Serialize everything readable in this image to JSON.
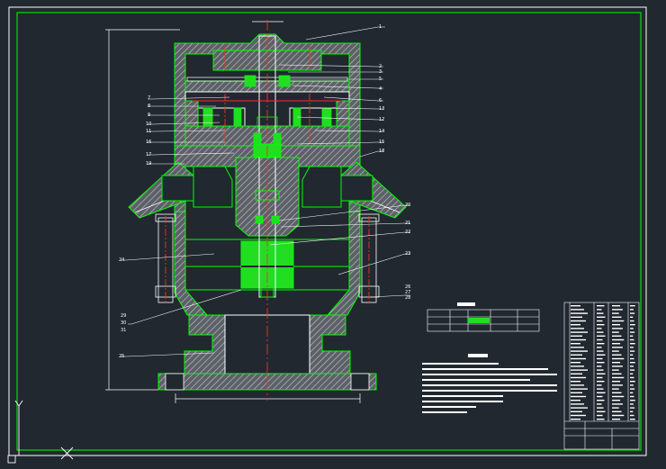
{
  "drawing": {
    "background": "#212830",
    "colors": {
      "frame": "#00ff00",
      "outline": "#ffffff",
      "part": "#00ff00",
      "centerline": "#ff2a2a",
      "hatch": "#8a8a8a",
      "fill_green": "#22dd22",
      "bolt": "#ffffff"
    },
    "balloons": [
      "1",
      "2",
      "3",
      "4",
      "5",
      "6",
      "7",
      "8",
      "9",
      "10",
      "11",
      "12",
      "13",
      "14",
      "15",
      "16",
      "17",
      "18",
      "19",
      "20",
      "21",
      "22",
      "23",
      "24",
      "25",
      "26",
      "27",
      "28",
      "29",
      "30",
      "31"
    ],
    "icons": {
      "ucs_y": "ucs-y-axis-icon",
      "ucs_x": "ucs-x-axis-icon"
    }
  }
}
